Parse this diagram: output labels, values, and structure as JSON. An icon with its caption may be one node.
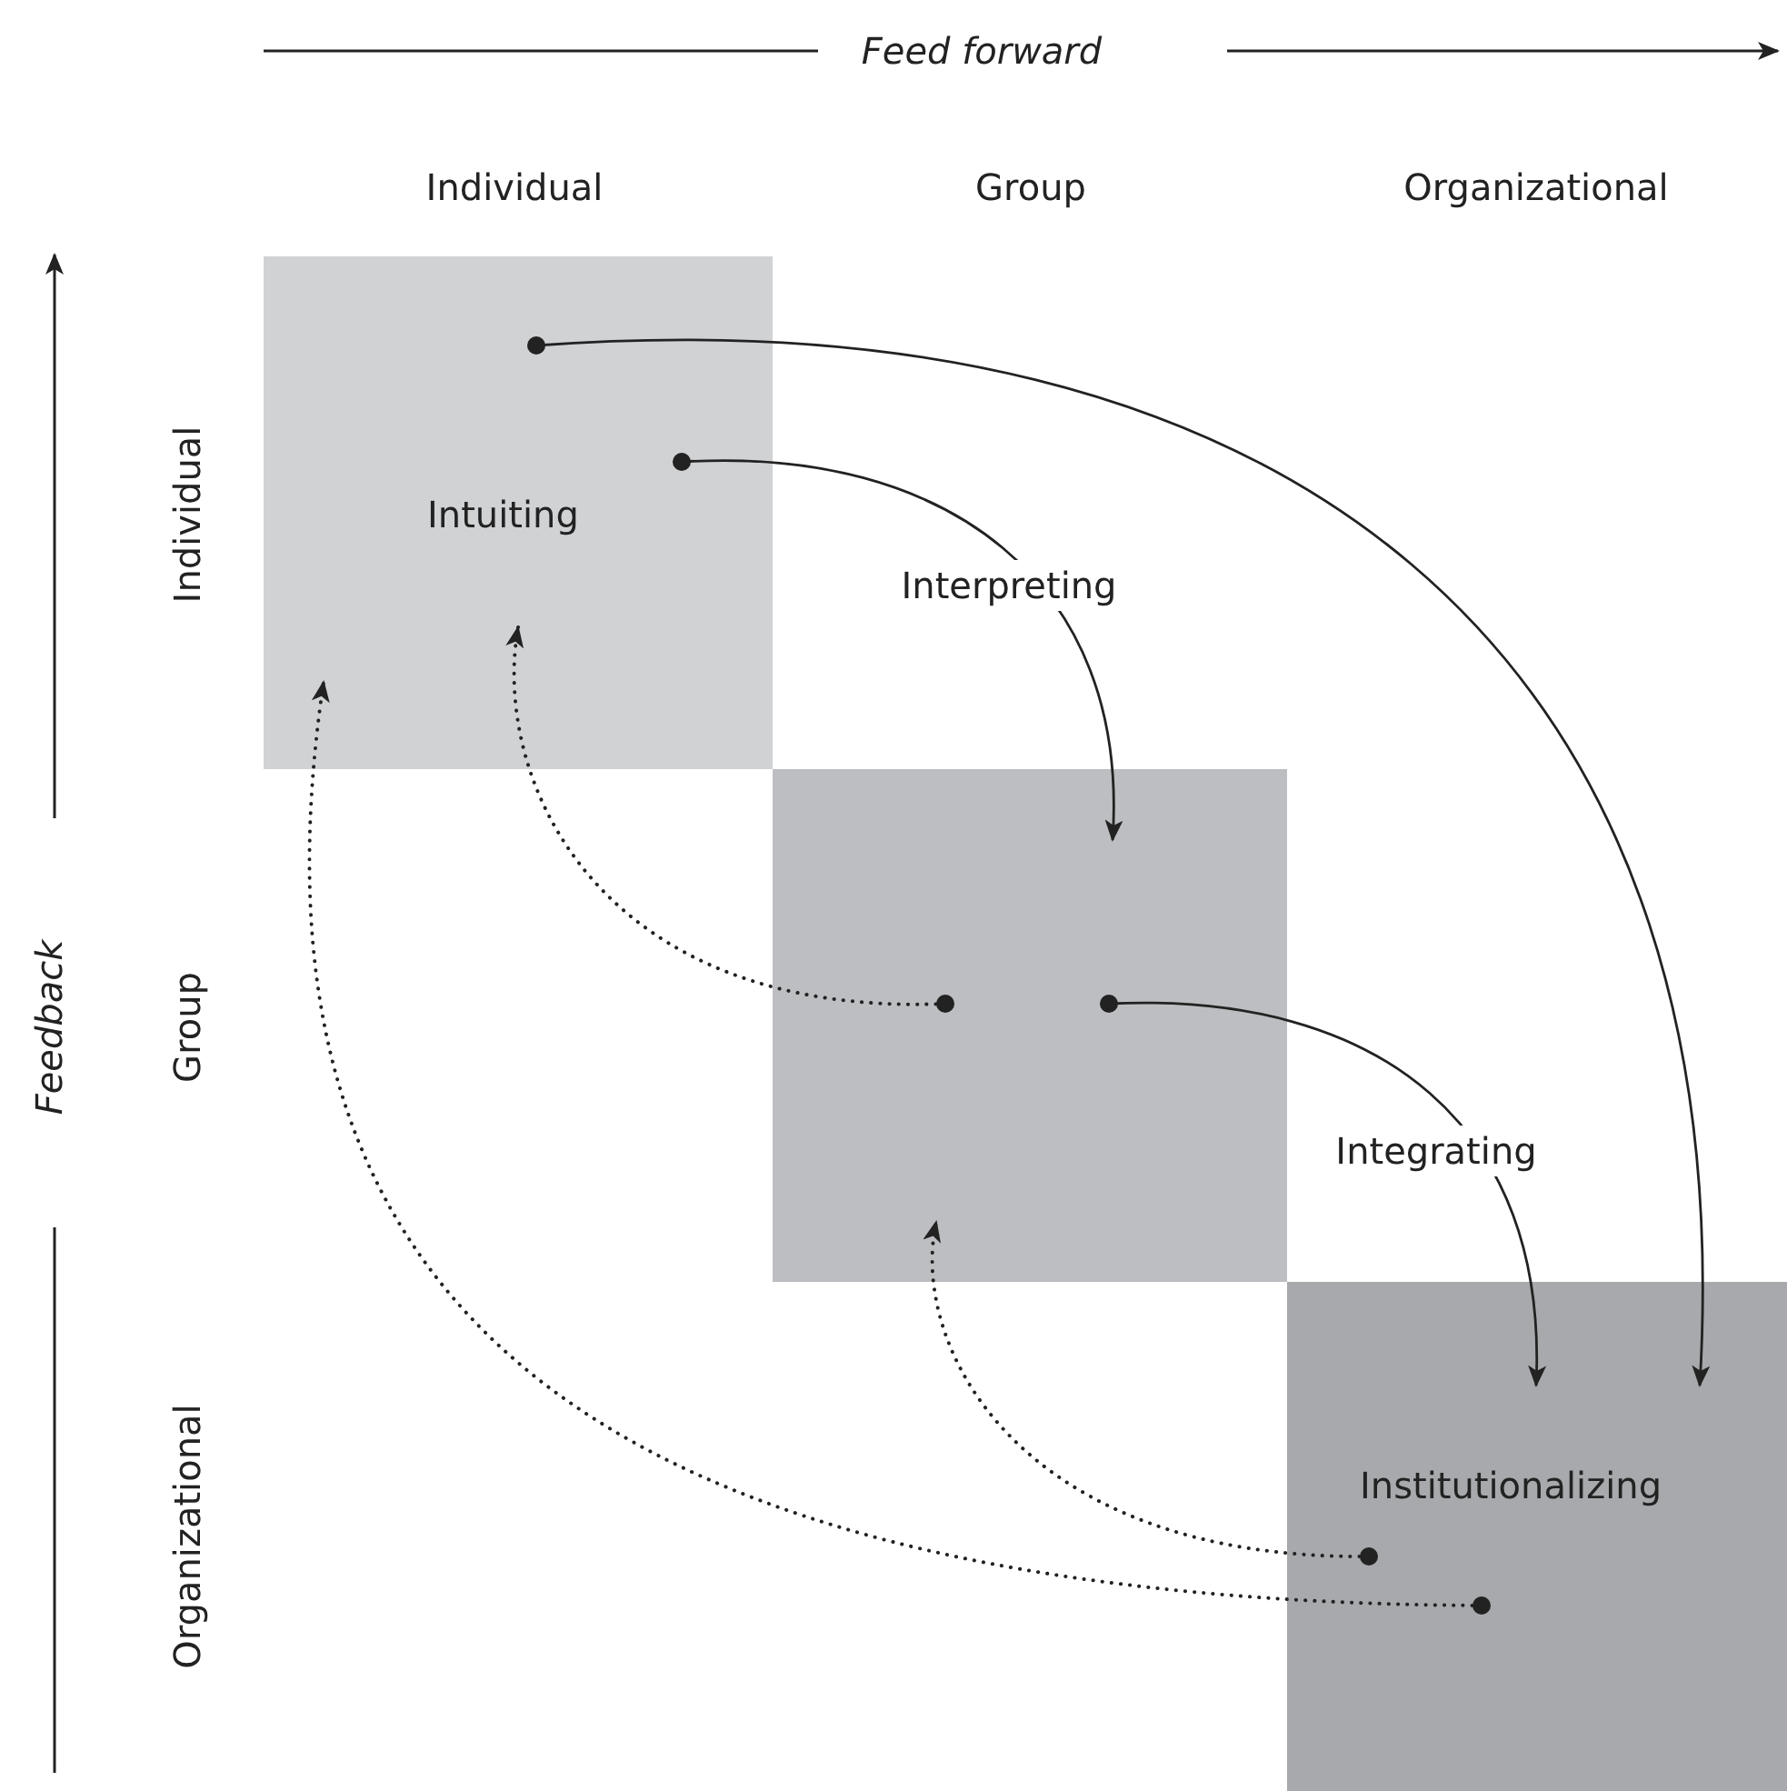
{
  "diagram": {
    "nodes": [
      {
        "text": [
          "Intuiting"
        ]
      },
      {
        "text": [],
        "shape": "box"
      },
      {
        "text": [
          "Institutionalizing"
        ]
      }
    ],
    "edges": [
      {
        "from": 0,
        "to": 1,
        "arrow": "to",
        "label": "Interpreting"
      },
      {
        "from": 1,
        "to": 2,
        "arrow": "to",
        "label": "Integrating"
      },
      {
        "from": 0,
        "to": 2,
        "arrow": "to"
      },
      {
        "from": 1,
        "to": 0,
        "arrow": "to",
        "style": "dashed"
      },
      {
        "from": 2,
        "to": 1,
        "arrow": "to",
        "style": "dashed"
      },
      {
        "from": 2,
        "to": 0,
        "arrow": "to",
        "style": "dashed"
      }
    ],
    "labels": [
      "Feed forward",
      "Individual",
      "Group",
      "Organizational",
      "Feedback",
      "Individual",
      "Group",
      "Organizational"
    ]
  }
}
